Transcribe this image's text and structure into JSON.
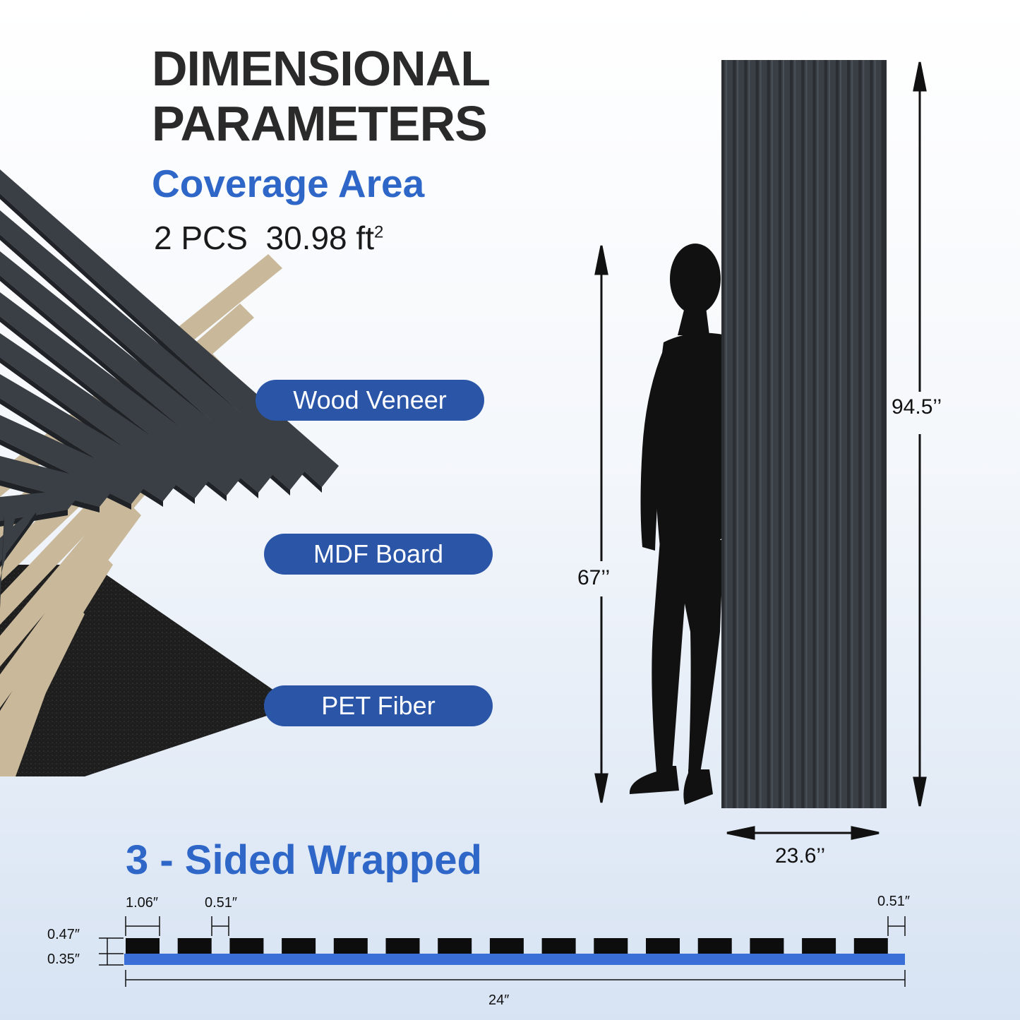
{
  "header": {
    "title_line1": "DIMENSIONAL",
    "title_line2": "PARAMETERS",
    "subtitle": "Coverage Area",
    "coverage_pcs": "2 PCS",
    "coverage_value": "30.98 ft",
    "coverage_exp": "2"
  },
  "layers": [
    {
      "label": "Wood Veneer"
    },
    {
      "label": "MDF Board"
    },
    {
      "label": "PET Fiber"
    }
  ],
  "panel_dims": {
    "height_label": "94.5’’",
    "person_height_label": "67’’",
    "width_label": "23.6’’"
  },
  "profile": {
    "title": "3 - Sided Wrapped",
    "slat_width": "1.06″",
    "gap_width": "0.51″",
    "edge_gap": "0.51″",
    "slat_thickness": "0.47″",
    "base_thickness": "0.35″",
    "total_width": "24″"
  },
  "colors": {
    "brand_blue": "#2f67c8",
    "pill_blue": "#2b56a8",
    "slat_dark": "#3a3f45",
    "mdf": "#c9b99a",
    "felt": "#1e1e1e"
  }
}
